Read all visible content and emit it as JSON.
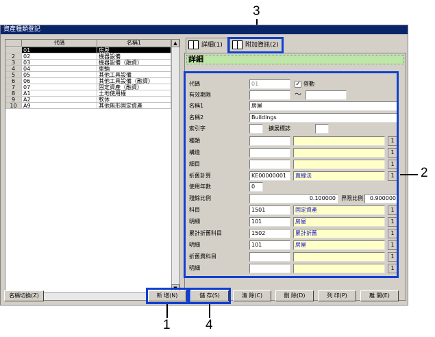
{
  "window": {
    "title": "資產種類登記"
  },
  "grid": {
    "headers": [
      "代碼",
      "名稱1"
    ],
    "rows": [
      {
        "num": "",
        "code": "01",
        "name": "房屋"
      },
      {
        "num": "2",
        "code": "02",
        "name": "機器設備"
      },
      {
        "num": "3",
        "code": "03",
        "name": "機器設備（融資）"
      },
      {
        "num": "4",
        "code": "04",
        "name": "車輛"
      },
      {
        "num": "5",
        "code": "05",
        "name": "其他工具設備"
      },
      {
        "num": "6",
        "code": "06",
        "name": "其他工具設備（融資）"
      },
      {
        "num": "7",
        "code": "07",
        "name": "固定資產（融資）"
      },
      {
        "num": "8",
        "code": "A1",
        "name": "土地使用權"
      },
      {
        "num": "9",
        "code": "A2",
        "name": "軟体"
      },
      {
        "num": "10",
        "code": "A9",
        "name": "其他無形固定資產"
      }
    ]
  },
  "tabs": {
    "detail": "詳細(1)",
    "extra": "附加資訊(2)"
  },
  "panel": {
    "title": "詳細",
    "labels": {
      "code": "代碼",
      "valid_period": "有效期限",
      "name1": "名稱1",
      "name2": "名稱2",
      "index": "索引字",
      "ext_flag": "擴展標誌",
      "kind": "種類",
      "structure": "構造",
      "detail": "細目",
      "depreciation": "折舊計算",
      "useful_life": "使用年數",
      "residual_ratio": "殘餘比例",
      "limit_ratio": "界限比例",
      "account": "科目",
      "account_detail": "明細",
      "accum_account": "累計折舊科目",
      "accum_detail": "明細",
      "dep_expense": "折舊費科目",
      "dep_detail": "明細",
      "enable": "啓動",
      "tilde": "～"
    },
    "values": {
      "code": "01",
      "name1": "房屋",
      "name2": "Buildings",
      "dep_code": "KE00000001",
      "dep_method": "直線法",
      "useful_life": "0",
      "residual": "0.100000",
      "limit": "0.900000",
      "account_code": "1501",
      "account_name": "固定資產",
      "account_detail_code": "101",
      "account_detail_name": "房屋",
      "accum_code": "1502",
      "accum_name": "累計折舊",
      "accum_detail_code": "101",
      "accum_detail_name": "房屋",
      "lookup": "1",
      "check_mark": "✓"
    }
  },
  "buttons": {
    "switch_name": "名稱切換(Z)",
    "new": "新 增(N)",
    "save": "儲 存(S)",
    "clear": "清 除(C)",
    "delete": "刪 除(D)",
    "print": "列 印(P)",
    "close": "離 開(E)"
  },
  "scroll": {
    "up": "▲",
    "down": "▼",
    "left": "◄",
    "right": "►"
  },
  "callouts": {
    "c1": "1",
    "c2": "2",
    "c3": "3",
    "c4": "4"
  }
}
